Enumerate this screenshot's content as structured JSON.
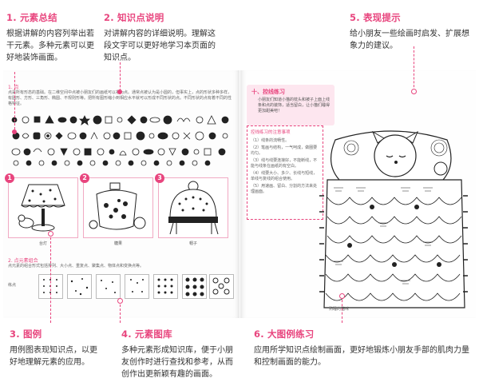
{
  "annotations": {
    "a1": {
      "title": "1. 元素总结",
      "body": "根据讲解的内容列举出若干元素。多种元素可以更好地装饰画面。"
    },
    "a2": {
      "title": "2. 知识点说明",
      "body": "对讲解内容的详细说明。理解这段文字可以更好地学习本页面的知识点。"
    },
    "a3": {
      "title": "3. 图例",
      "body": "用例图表现知识点，以更好地理解元素的应用。"
    },
    "a4": {
      "title": "4. 元素图库",
      "body": "多种元素形成知识库，便于小朋友创作时进行查找和参考，从而创作出更新颖有趣的画面。"
    },
    "a5": {
      "title": "5. 表现提示",
      "body": "给小朋友一些绘画时启发、扩展想象力的建议。"
    },
    "a6": {
      "title": "6. 大图例练习",
      "body": "应用所学知识点绘制画面，更好地锻炼小朋友手部的肌肉力量和控制画面的能力。"
    }
  },
  "left_page": {
    "section_label": "1. 点",
    "intro_text": "点是所有形态的基础。在二维空间中点被小朋友们的画纸可以视为点。通常点被认为是小圆的，但事实上，点的形状多种多样，有圆形、方形、三角形、椭圆、不规则形等。把所有图形缩小到相应水平就可以形成不同形状的点。不同形状的点有着不同的性格特征。",
    "pictures": [
      {
        "num": "1",
        "label": "台灯"
      },
      {
        "num": "2",
        "label": "糖果"
      },
      {
        "num": "3",
        "label": "帽子"
      }
    ],
    "dot_section_label": "2. 点元素组合",
    "dot_section_text": "点元素的组合形式包括排列、大小点、重复点、聚集点、物体点和变换点等。",
    "dot_row_label": "练点"
  },
  "right_page": {
    "practice_title": "十、控线练习",
    "practice_text": "小朋友们知道小猫的枕头和被子上面上线条和点的装饰，适当留白，让小猫们睡得更加甜美吧！",
    "guide_title": "控线练习的注意事项",
    "guide_items": [
      "（1）线条的流畅性。",
      "（2）笔画与结构，一气呵成，做圈要均匀。",
      "（3）线与线要连接好，不能断线，不能与线条在画纸的有空白。",
      "（4）线要大小、多少、长线与短线，单线与复线的组合使用。",
      "（5）用速画、留白、分割的方法来处理画面。"
    ],
    "caption": "熟睡的猫咪"
  },
  "colors": {
    "accent": "#e8457e",
    "accent_light": "#fde6ef"
  }
}
